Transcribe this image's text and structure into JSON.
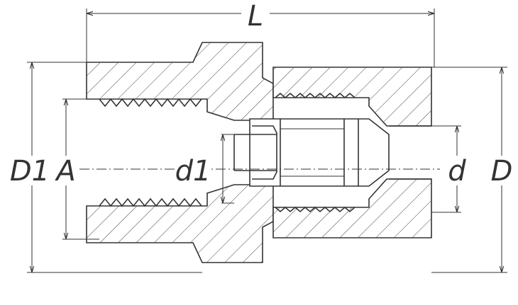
{
  "labels": {
    "length": "L",
    "outer_body": "D1",
    "thread": "A",
    "bore_inner": "d1",
    "tube": "d",
    "nut_outer": "D"
  }
}
